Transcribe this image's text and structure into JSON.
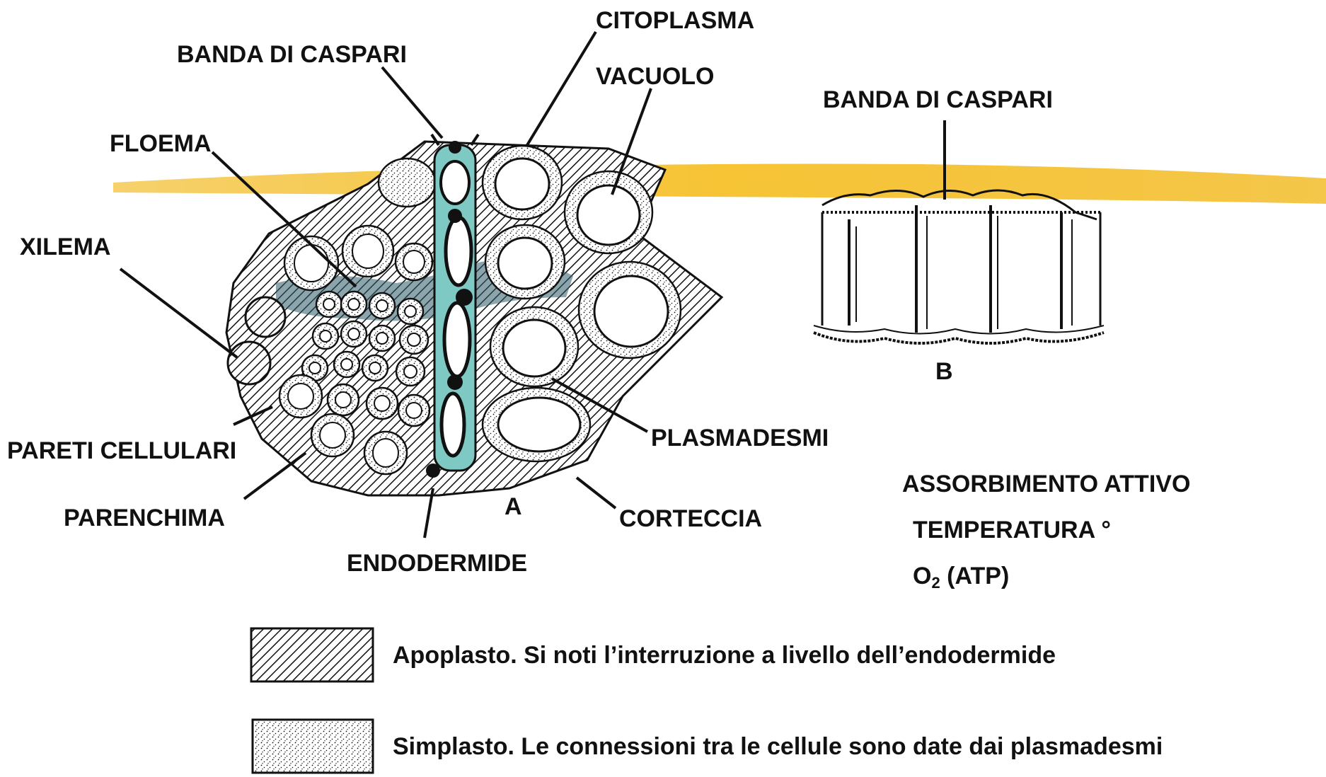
{
  "labels": {
    "citoplasma": "CITOPLASMA",
    "banda_caspari_a": "BANDA DI CASPARI",
    "vacuolo": "VACUOLO",
    "floema": "FLOEMA",
    "xilema": "XILEMA",
    "pareti_cellulari": "PARETI CELLULARI",
    "parenchima": "PARENCHIMA",
    "endodermide": "ENDODERMIDE",
    "a": "A",
    "plasmadesmi": "PLASMADESMI",
    "corteccia": "CORTECCIA",
    "banda_caspari_b": "BANDA DI CASPARI",
    "b": "B"
  },
  "notes": {
    "line1": "ASSORBIMENTO ATTIVO",
    "line2": "TEMPERATURA °",
    "line3_o": "O",
    "line3_sub": "2",
    "line3_rest": " (ATP)"
  },
  "legend": {
    "apoplasto": "Apoplasto. Si noti l’interruzione a livello dell’endodermide",
    "simplasto": "Simplasto. Le connessioni tra le cellule sono date dai plasmadesmi"
  },
  "colors": {
    "highlight_band": "#f2b81c",
    "endodermis": "#7ec9c4",
    "symplast_shade": "#2e5a66",
    "ink": "#111111"
  }
}
